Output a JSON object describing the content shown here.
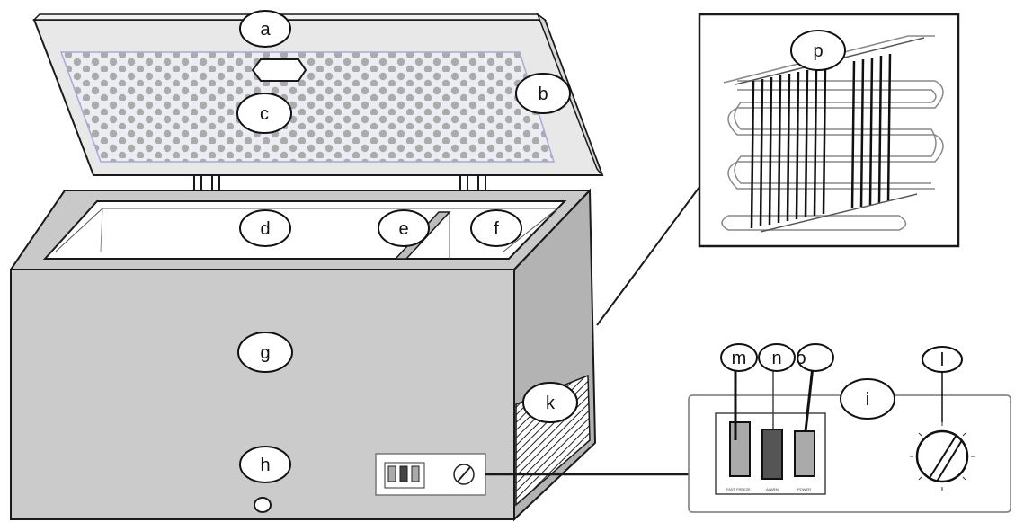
{
  "figure": {
    "labels": {
      "a": "a",
      "b": "b",
      "c": "c",
      "d": "d",
      "e": "e",
      "f": "f",
      "g": "g",
      "h": "h",
      "i": "i",
      "k": "k",
      "l": "l",
      "m": "m",
      "n": "n",
      "o": "o",
      "p": "p"
    },
    "panel_labels": {
      "fast_freeze": "FAST FREEZE",
      "alarm": "ALARM",
      "power": "POWER"
    },
    "colors": {
      "body": "#cbcbcb",
      "body_side": "#b3b3b3",
      "lid": "#e6e6e6",
      "interior": "#ffffff",
      "outline": "#1a1a1a",
      "light_green": "#aaaaaa",
      "alarm_dark": "#555555",
      "lid_pattern": "#b0b0b0"
    }
  }
}
